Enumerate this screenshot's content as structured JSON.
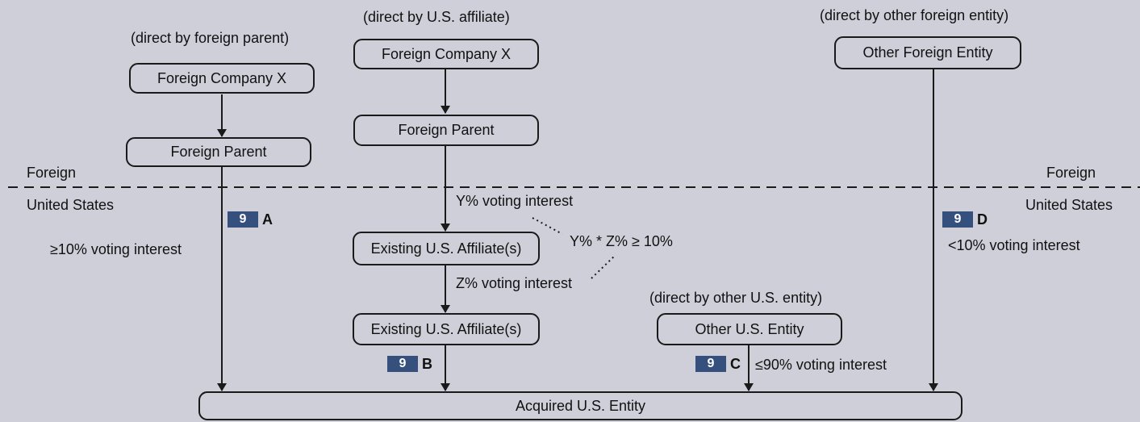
{
  "regions": {
    "foreign_left": "Foreign",
    "foreign_right": "Foreign",
    "us_left": "United States",
    "us_right": "United States"
  },
  "column_a": {
    "caption": "(direct by foreign parent)",
    "top_box": "Foreign Company X",
    "mid_box": "Foreign Parent",
    "badge_number": "9",
    "badge_letter": "A",
    "interest": "≥10% voting interest"
  },
  "column_b": {
    "caption": "(direct by U.S. affiliate)",
    "top_box": "Foreign Company X",
    "mid_box": "Foreign Parent",
    "y_interest": "Y% voting interest",
    "affiliate_1": "Existing U.S. Affiliate(s)",
    "formula": "Y% * Z% ≥ 10%",
    "z_interest": "Z% voting interest",
    "affiliate_2": "Existing U.S. Affiliate(s)",
    "badge_number": "9",
    "badge_letter": "B"
  },
  "column_c": {
    "caption": "(direct by other U.S. entity)",
    "box": "Other U.S. Entity",
    "badge_number": "9",
    "badge_letter": "C",
    "interest": "≤90% voting interest"
  },
  "column_d": {
    "caption": "(direct by other foreign entity)",
    "box": "Other Foreign Entity",
    "badge_number": "9",
    "badge_letter": "D",
    "interest": "<10% voting interest"
  },
  "target": {
    "box": "Acquired U.S. Entity"
  },
  "colors": {
    "background": "#cfcfd9",
    "badge": "#35507d",
    "line": "#1a1a1a"
  }
}
